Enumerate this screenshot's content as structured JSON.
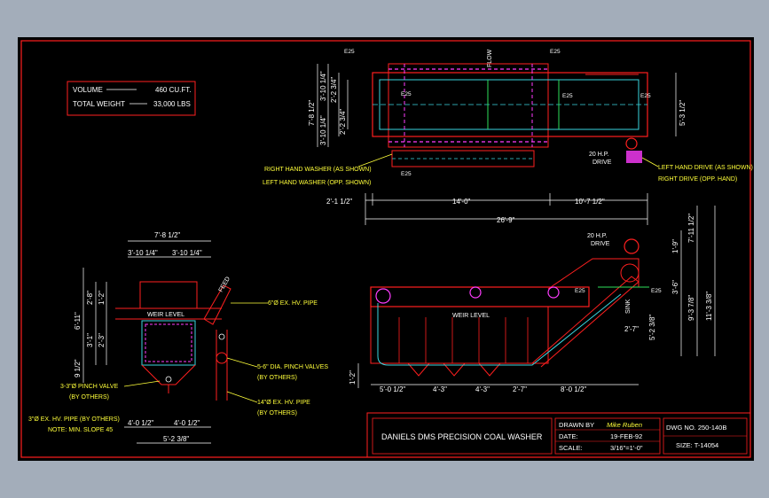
{
  "colors": {
    "background": "#a3adba",
    "sheet": "#000000",
    "frame": "#ff1f1f",
    "dimension": "#ffffff",
    "callout": "#ffff3a",
    "magenta": "#ff3cff",
    "cyan": "#3ad6e0",
    "green": "#2ee05a"
  },
  "specs": {
    "volume_label": "VOLUME",
    "volume_value": "460 CU.FT.",
    "weight_label": "TOTAL WEIGHT",
    "weight_value": "33,000 LBS"
  },
  "plan_view": {
    "left_callout_1": "RIGHT HAND WASHER (AS SHOWN)",
    "left_callout_2": "LEFT HAND WASHER (OPP. SHOWN)",
    "drive_label_1": "20 H.P.",
    "drive_label_2": "DRIVE",
    "right_callout_1": "LEFT HAND DRIVE (AS SHOWN)",
    "right_callout_2": "RIGHT DRIVE (OPP. HAND)",
    "flow": "FLOW",
    "dim_overall": "26'-9\"",
    "dim_left": "2'-1 1/2\"",
    "dim_mid": "14'-0\"",
    "dim_right": "10'-7 1/2\"",
    "dim_v_outer": "7'-8 1/2\"",
    "dim_v_a": "3'-10 1/4\"",
    "dim_v_b": "3'-10 1/4\"",
    "dim_v_c": "2'-2 3/4\"",
    "dim_v_d": "2'-2 3/4\"",
    "dim_v_right": "5'-3 1/2\"",
    "tag": "E25"
  },
  "end_view": {
    "dim_top": "7'-8 1/2\"",
    "dim_top_a": "3'-10 1/4\"",
    "dim_top_b": "3'-10 1/4\"",
    "feed": "FEED",
    "weir_level": "WEIR LEVEL",
    "dim_v1": "6'-11\"",
    "dim_v2": "2'-8\"",
    "dim_v3": "3'-1\"",
    "dim_v4": "1'-2\"",
    "dim_v5": "2'-3\"",
    "dim_v6": "9 1/2\"",
    "callout_pipe": "6\"Ø EX. HV. PIPE",
    "callout_valves_1": "5-6\" DIA. PINCH VALVES",
    "callout_valves_2": "(BY OTHERS)",
    "callout_pipe2_1": "14\"Ø EX. HV. PIPE",
    "callout_pipe2_2": "(BY OTHERS)",
    "callout_pinch_1": "3-3\"Ø PINCH VALVE",
    "callout_pinch_2": "(BY OTHERS)",
    "callout_pipe3_1": "3\"Ø EX. HV. PIPE (BY OTHERS)",
    "callout_pipe3_2": "NOTE: MIN. SLOPE 45",
    "dim_bot_a": "4'-0 1/2\"",
    "dim_bot_b": "4'-0 1/2\"",
    "dim_bot": "5'-2 3/8\""
  },
  "side_view": {
    "drive_label_1": "20 H.P.",
    "drive_label_2": "DRIVE",
    "weir_level": "WEIR LEVEL",
    "sink": "SINK",
    "tag": "E25",
    "dim_a": "5'-0 1/2\"",
    "dim_b": "4'-3\"",
    "dim_c": "4'-3\"",
    "dim_d": "2'-7\"",
    "dim_e": "8'-0 1/2\"",
    "dim_h": "1'-2\"",
    "dim_r1": "7'-11 1/2\"",
    "dim_r2": "1'-9\"",
    "dim_r3": "3'-6\"",
    "dim_r4": "9'-3 7/8\"",
    "dim_r5": "11'-3 3/8\"",
    "dim_r6": "5'-2 3/8\"",
    "dim_r7": "2'-7\""
  },
  "title_block": {
    "title": "DANIELS DMS PRECISION COAL WASHER",
    "drawn_by_label": "DRAWN BY",
    "drawn_by": "Mike Ruben",
    "date_label": "DATE:",
    "date": "19-FEB-92",
    "scale_label": "SCALE:",
    "scale": "3/16\"=1'-0\"",
    "dwg_no": "DWG NO. 250-140B",
    "size": "SIZE: T-14054"
  }
}
